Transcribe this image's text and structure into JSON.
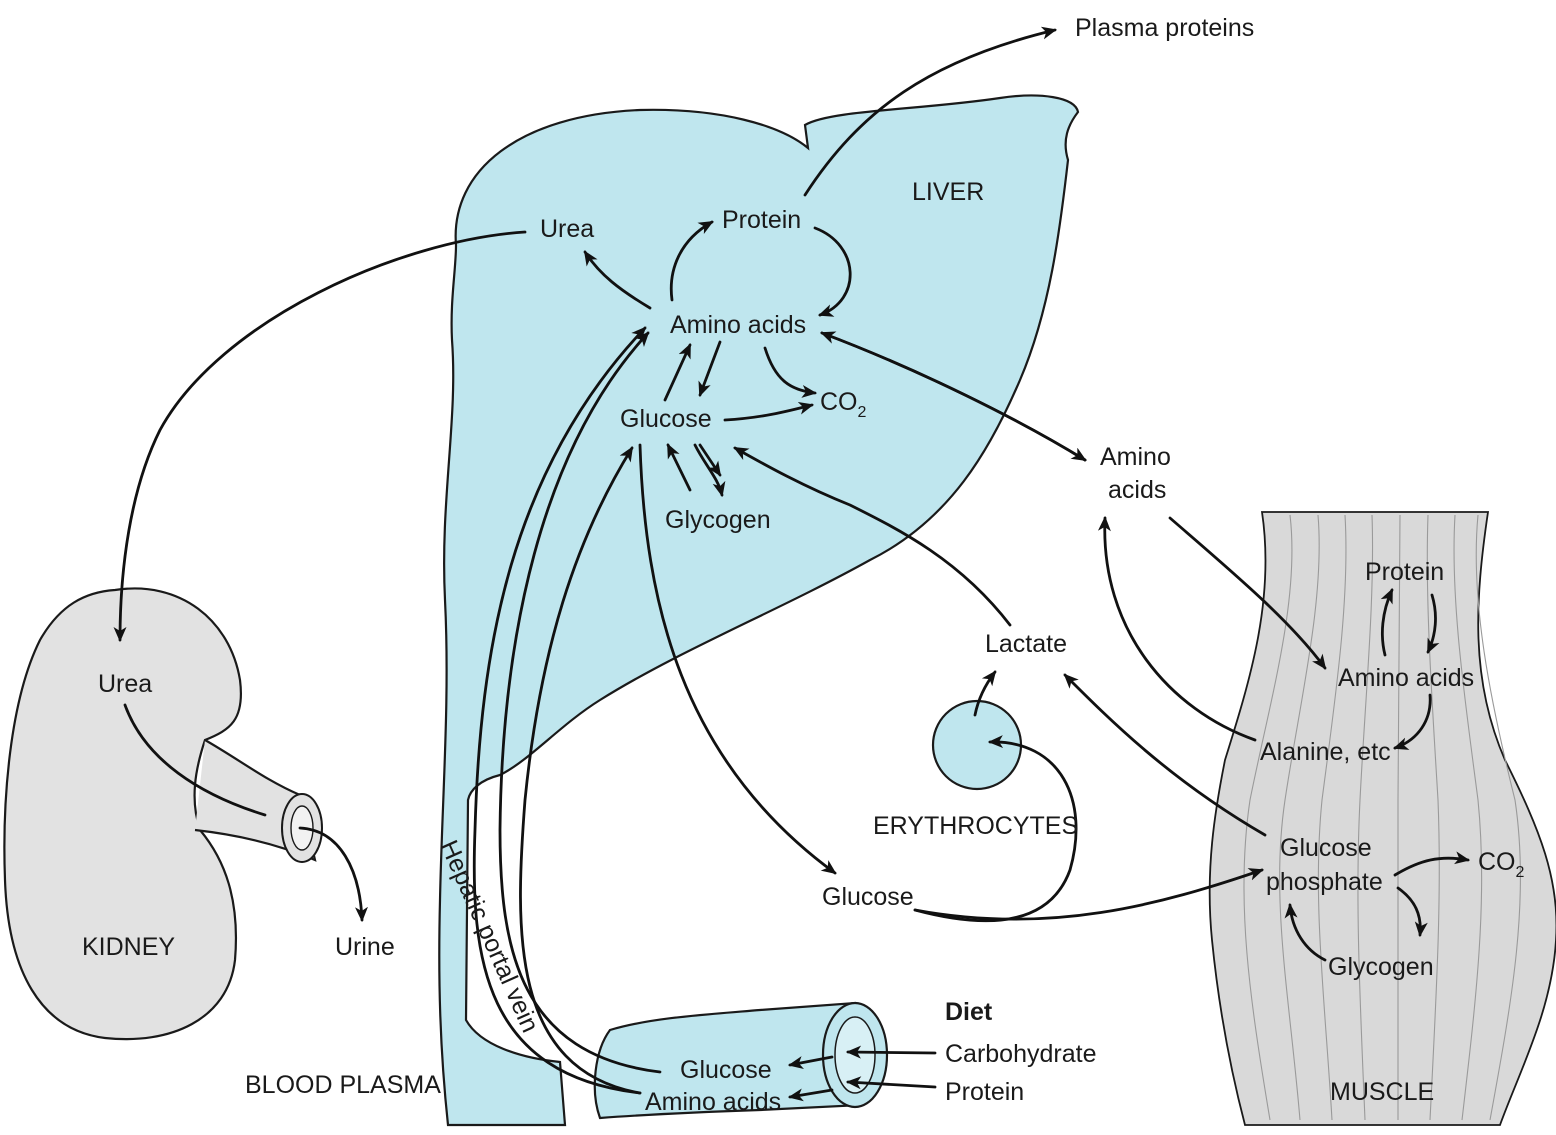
{
  "organs": {
    "liver": "LIVER",
    "kidney": "KIDNEY",
    "muscle": "MUSCLE",
    "erythrocytes": "ERYTHROCYTES",
    "blood_plasma": "BLOOD PLASMA",
    "hepatic_portal_vein": "Hepatic portal vein"
  },
  "liver_labels": {
    "urea": "Urea",
    "protein": "Protein",
    "amino_acids": "Amino acids",
    "glucose": "Glucose",
    "co2": "CO",
    "co2_sub": "2",
    "glycogen": "Glycogen"
  },
  "plasma_labels": {
    "plasma_proteins": "Plasma proteins",
    "amino_acids_line1": "Amino",
    "amino_acids_line2": "acids",
    "lactate": "Lactate",
    "glucose": "Glucose"
  },
  "kidney_labels": {
    "urea": "Urea",
    "urine": "Urine"
  },
  "muscle_labels": {
    "protein": "Protein",
    "amino_acids": "Amino acids",
    "alanine": "Alanine, etc",
    "glucose_phosphate_line1": "Glucose",
    "glucose_phosphate_line2": "phosphate",
    "co2": "CO",
    "co2_sub": "2",
    "glycogen": "Glycogen"
  },
  "diet": {
    "title": "Diet",
    "carbohydrate": "Carbohydrate",
    "protein": "Protein",
    "gut_glucose": "Glucose",
    "gut_amino_acids": "Amino acids"
  },
  "colors": {
    "liver_fill": "#bfe6ee",
    "kidney_fill": "#e2e2e2",
    "muscle_fill": "#d9d9d9",
    "arrow": "#111111"
  }
}
